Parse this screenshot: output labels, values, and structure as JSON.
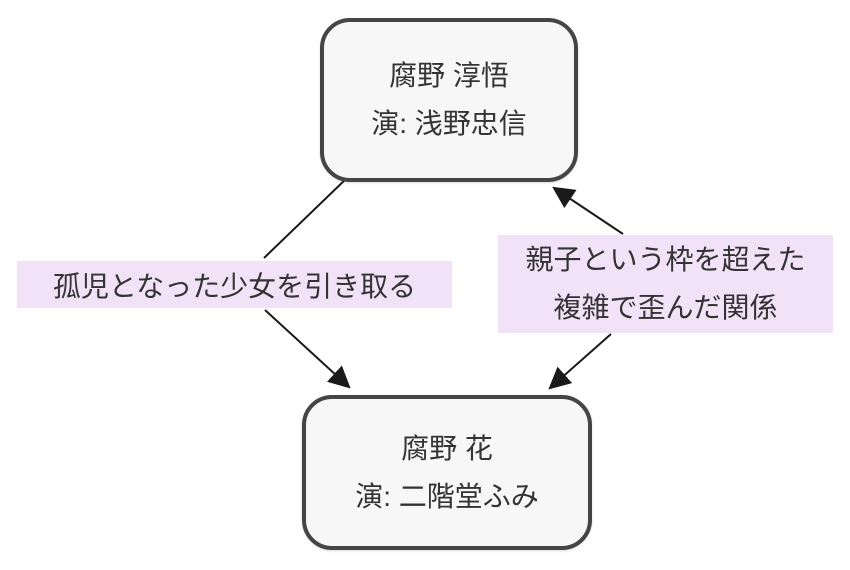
{
  "diagram": {
    "type": "flowchart",
    "orientation": "top-down",
    "colors": {
      "background": "#ffffff",
      "node_fill": "#f7f7f7",
      "node_border": "#454545",
      "edge_label_background": "#f1e2f7",
      "edge_stroke": "#1a1a1a",
      "text": "#333333"
    },
    "nodes": {
      "top": {
        "line1": "腐野 淳悟",
        "line2": "演: 浅野忠信"
      },
      "bottom": {
        "line1": "腐野 花",
        "line2": "演: 二階堂ふみ"
      }
    },
    "edges": {
      "left": {
        "label": "孤児となった少女を引き取る",
        "from": "腐野 淳悟",
        "to": "腐野 花",
        "direction": "one-way"
      },
      "right": {
        "label_line1": "親子という枠を超えた",
        "label_line2": "複雑で歪んだ関係",
        "from": "腐野 花",
        "to": "腐野 淳悟",
        "direction": "two-way"
      }
    }
  }
}
